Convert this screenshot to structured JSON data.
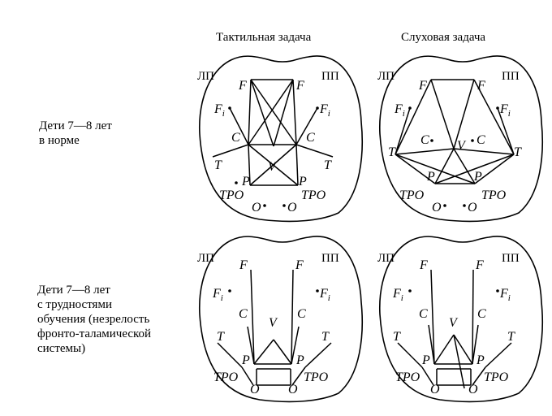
{
  "columns": [
    "Тактильная задача",
    "Слуховая задача"
  ],
  "rows": [
    {
      "label_lines": [
        "Дети 7—8 лет",
        "в норме"
      ]
    },
    {
      "label_lines": [
        "Дети 7—8 лет",
        "с трудностями",
        "обучения (незрелость",
        "фронто-таламической",
        "системы)"
      ]
    }
  ],
  "hemisphere_labels": {
    "left": "ЛП",
    "right": "ПП"
  },
  "electrodes": {
    "F": "F",
    "Fi": "F",
    "Fi_sub": "i",
    "C": "C",
    "T": "T",
    "P": "P",
    "TPO": "TPO",
    "O": "O",
    "V": "V"
  }
}
